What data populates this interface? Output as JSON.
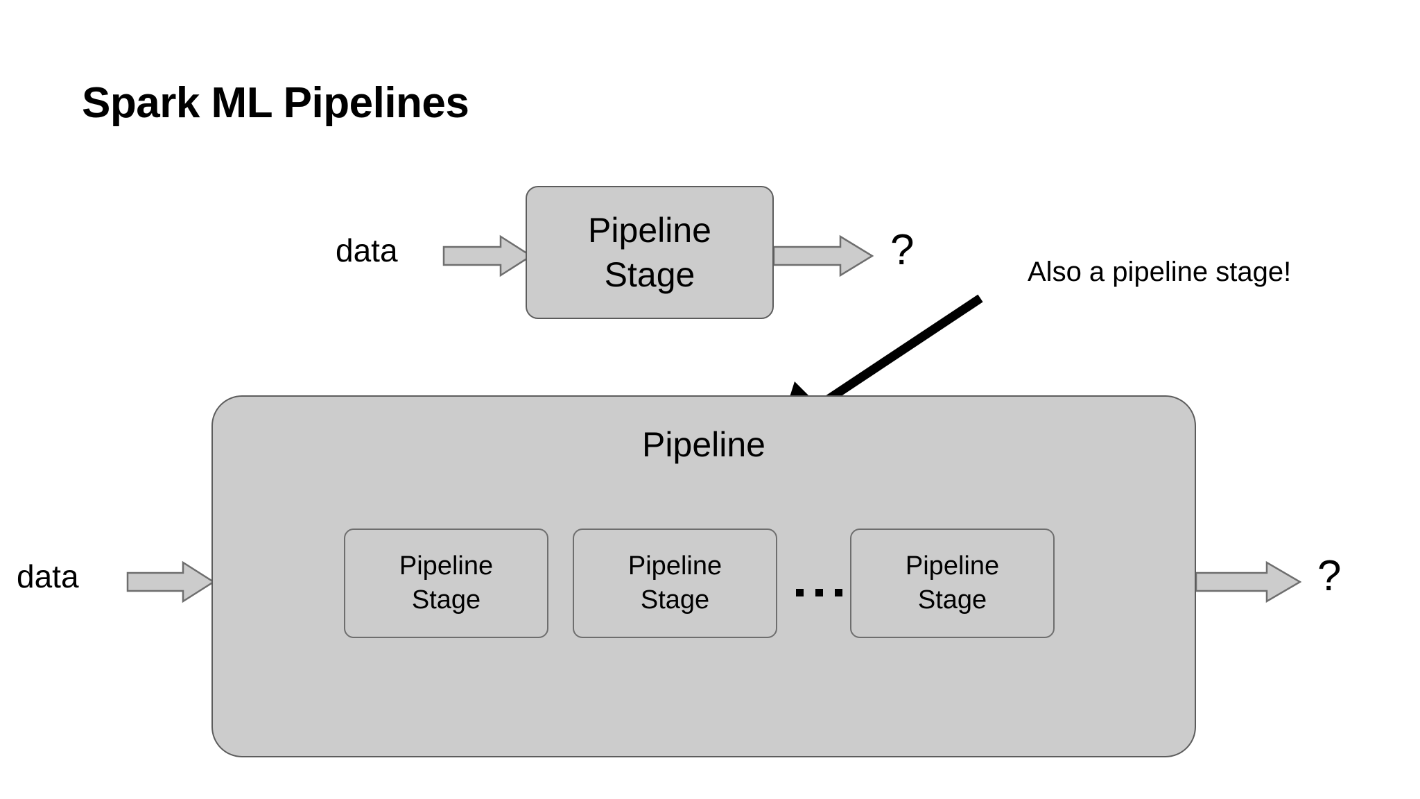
{
  "slide": {
    "title": "Spark ML Pipelines",
    "background_color": "#ffffff",
    "box_fill_color": "#cccccc",
    "box_border_color": "#5c5c5c",
    "arrow_fill_color": "#cccccc",
    "arrow_border_color": "#6e6e6e",
    "text_color": "#000000"
  },
  "top_row": {
    "input_label": "data",
    "input_arrow_icon": "block-arrow-right-icon",
    "stage": {
      "line1": "Pipeline",
      "line2": "Stage"
    },
    "output_arrow_icon": "block-arrow-right-icon",
    "output_label": "?"
  },
  "annotation": {
    "text": "Also a pipeline stage!",
    "pointer_icon": "black-arrow-pointer-icon"
  },
  "bottom_row": {
    "input_label": "data",
    "input_arrow_icon": "block-arrow-right-icon",
    "pipeline": {
      "title": "Pipeline",
      "stages": [
        {
          "line1": "Pipeline",
          "line2": "Stage"
        },
        {
          "line1": "Pipeline",
          "line2": "Stage"
        },
        {
          "line1": "Pipeline",
          "line2": "Stage"
        }
      ],
      "ellipsis": "..."
    },
    "output_arrow_icon": "block-arrow-right-icon",
    "output_label": "?"
  }
}
